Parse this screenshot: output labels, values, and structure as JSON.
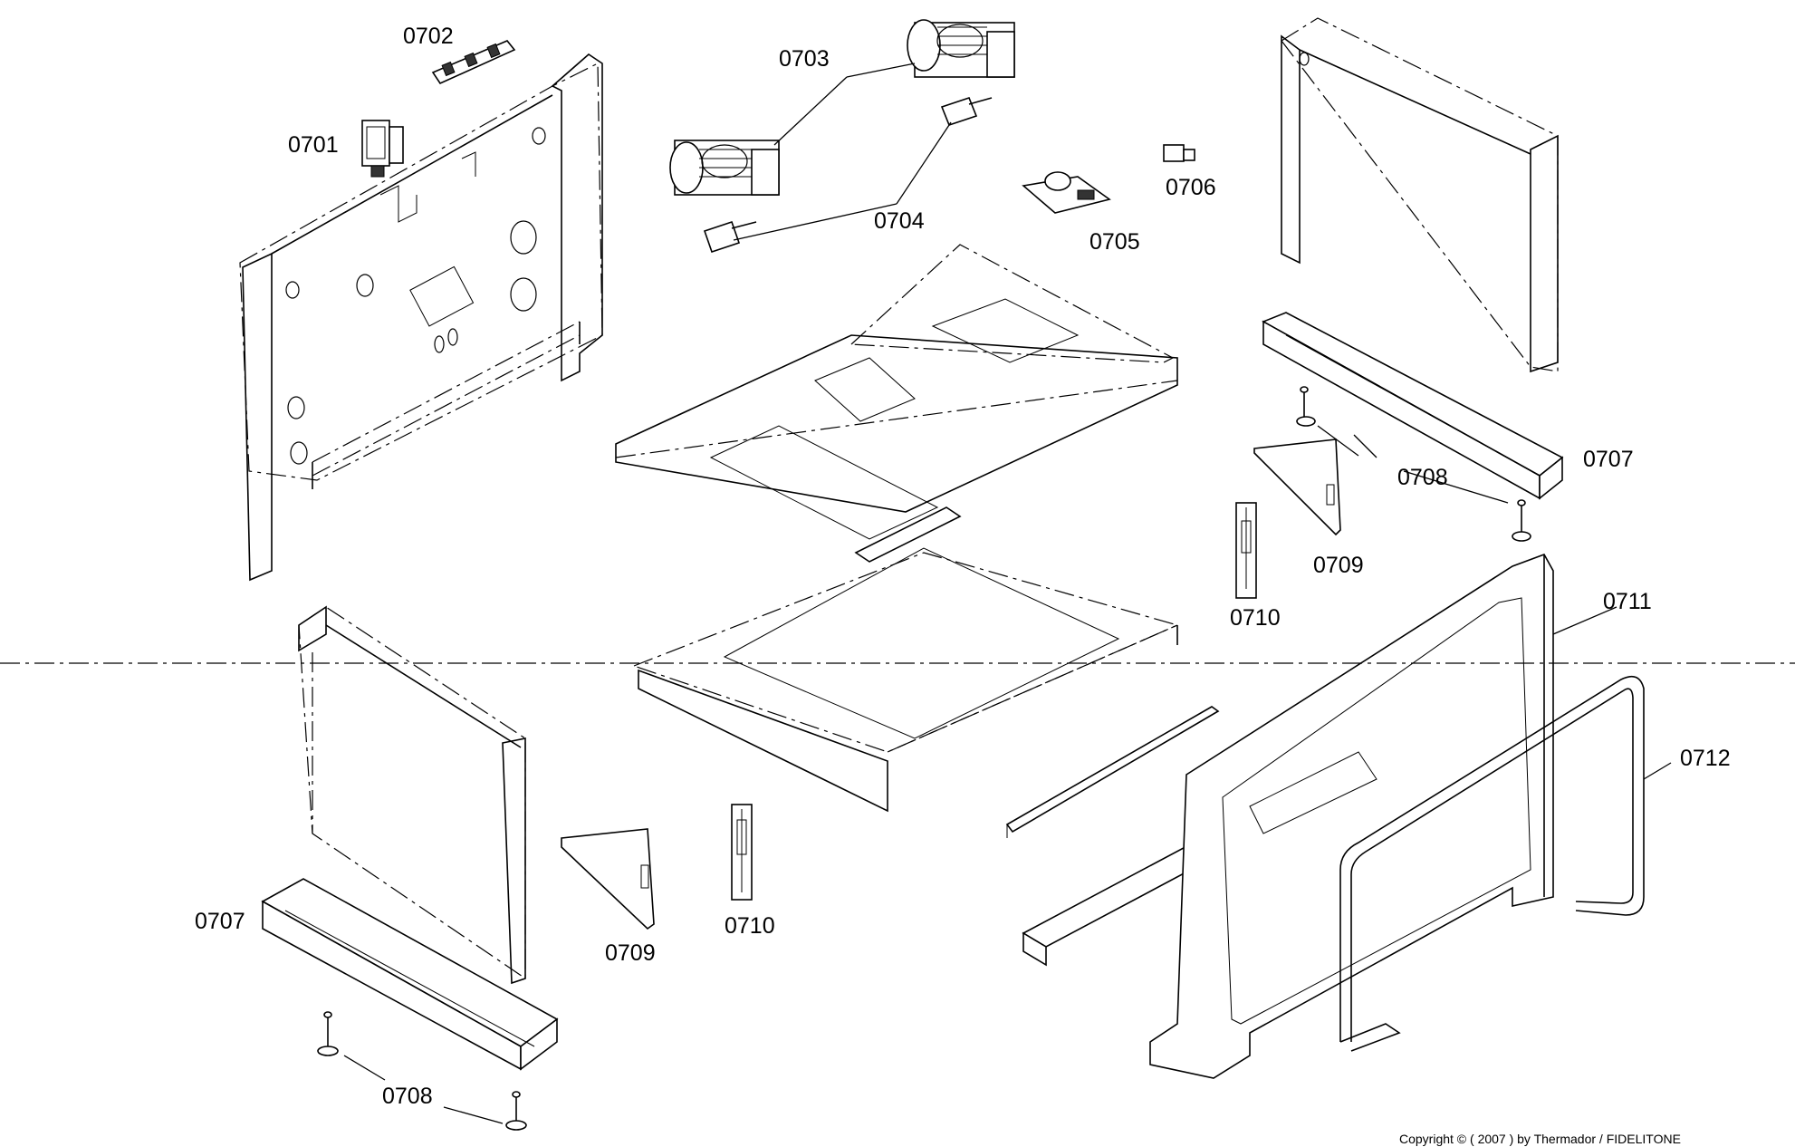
{
  "labels": {
    "l0701": "0701",
    "l0702": "0702",
    "l0703": "0703",
    "l0704": "0704",
    "l0705": "0705",
    "l0706": "0706",
    "l0707a": "0707",
    "l0707b": "0707",
    "l0708a": "0708",
    "l0708b": "0708",
    "l0709a": "0709",
    "l0709b": "0709",
    "l0710a": "0710",
    "l0710b": "0710",
    "l0711": "0711",
    "l0712": "0712"
  },
  "footer": {
    "copyright": "Copyright © ( 2007 ) by Thermador / FIDELITONE"
  }
}
